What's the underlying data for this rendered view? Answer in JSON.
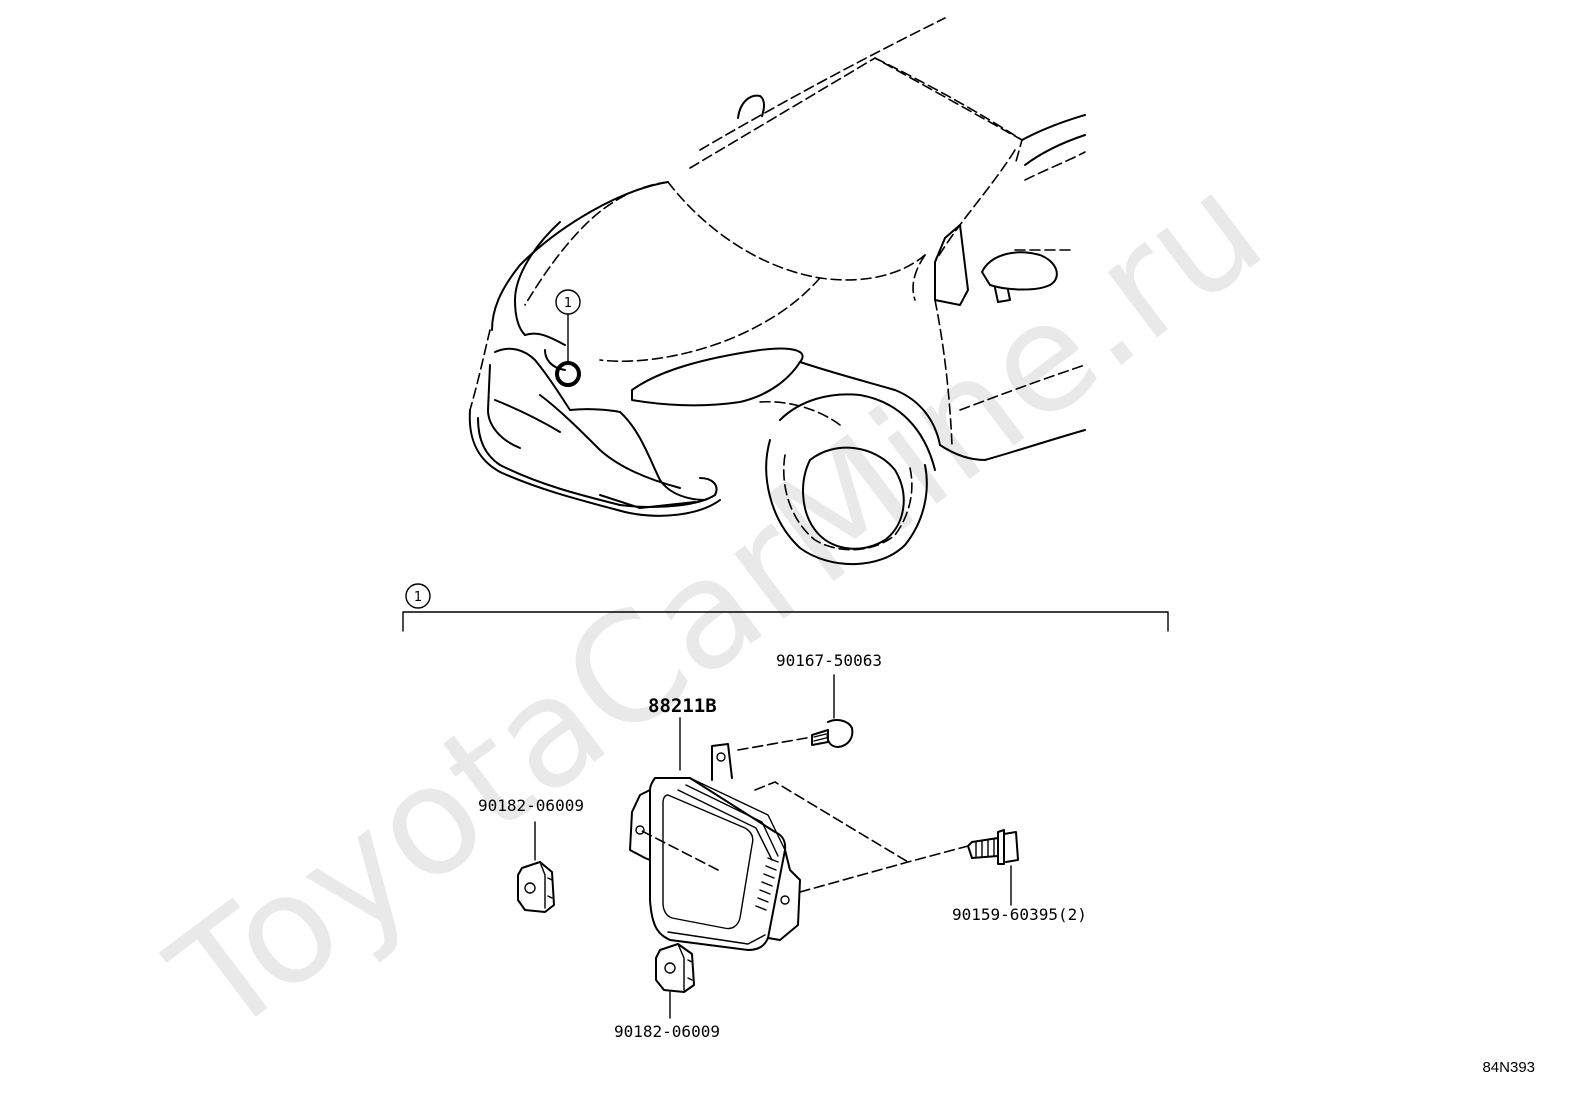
{
  "diagram": {
    "callout_number": "1",
    "parts": {
      "sensor_assembly": "88211B",
      "bolt_top": "90167-50063",
      "bolt_right": "90159-60395(2)",
      "nut_left": "90182-06009",
      "nut_bottom": "90182-06009"
    },
    "watermark": "ToyotaCarMine.ru",
    "reference_code": "84N393"
  }
}
